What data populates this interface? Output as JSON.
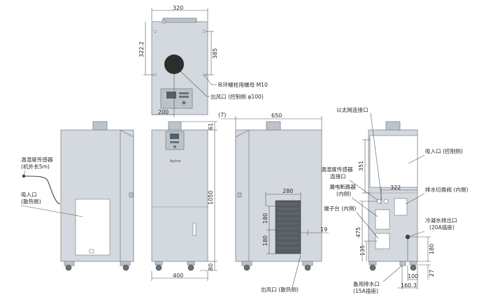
{
  "dimensions": {
    "top_width": "320",
    "top_depth": "322.2",
    "top_bolt_offset": "385",
    "top_bottom_offset": "200",
    "duct_seven": "(7)",
    "total_width": "650",
    "height_top": "61",
    "height_main": "1050",
    "height_base": "80",
    "front_width": "400",
    "grille_width": "280",
    "grille_h1": "180",
    "grille_h2": "180",
    "grille_side": "19",
    "rear_351": "351",
    "rear_322": "322",
    "rear_475": "475",
    "rear_135": "135",
    "rear_180": "180",
    "rear_27": "27",
    "rear_100": "100",
    "rear_160": "160.3"
  },
  "labels": {
    "eyebolt": "吊环螺栓用螺母 M10",
    "outlet_top": "出风口 (控制侧 φ100)",
    "temp_sensor_1": "温湿度传感器",
    "temp_sensor_2": "(机外长5m)",
    "inlet_side_1": "吸入口",
    "inlet_side_2": "(散热侧)",
    "outlet_side": "出风口 (散热侧)",
    "ethernet": "以太网连接口",
    "sensor_port_1": "温湿度传感器",
    "sensor_port_2": "连接口",
    "breaker_1": "漏电断路器",
    "breaker_2": "(内侧)",
    "terminal": "端子台 (内侧)",
    "inlet_rear": "吸入口 (控制侧)",
    "drain_valve": "排水切换阀 (内侧)",
    "condensate_1": "冷凝水排出口",
    "condensate_2": "(20A插座)",
    "spare_drain_1": "备用排水口",
    "spare_drain_2": "(15A插座)",
    "brand": "Apiste"
  }
}
